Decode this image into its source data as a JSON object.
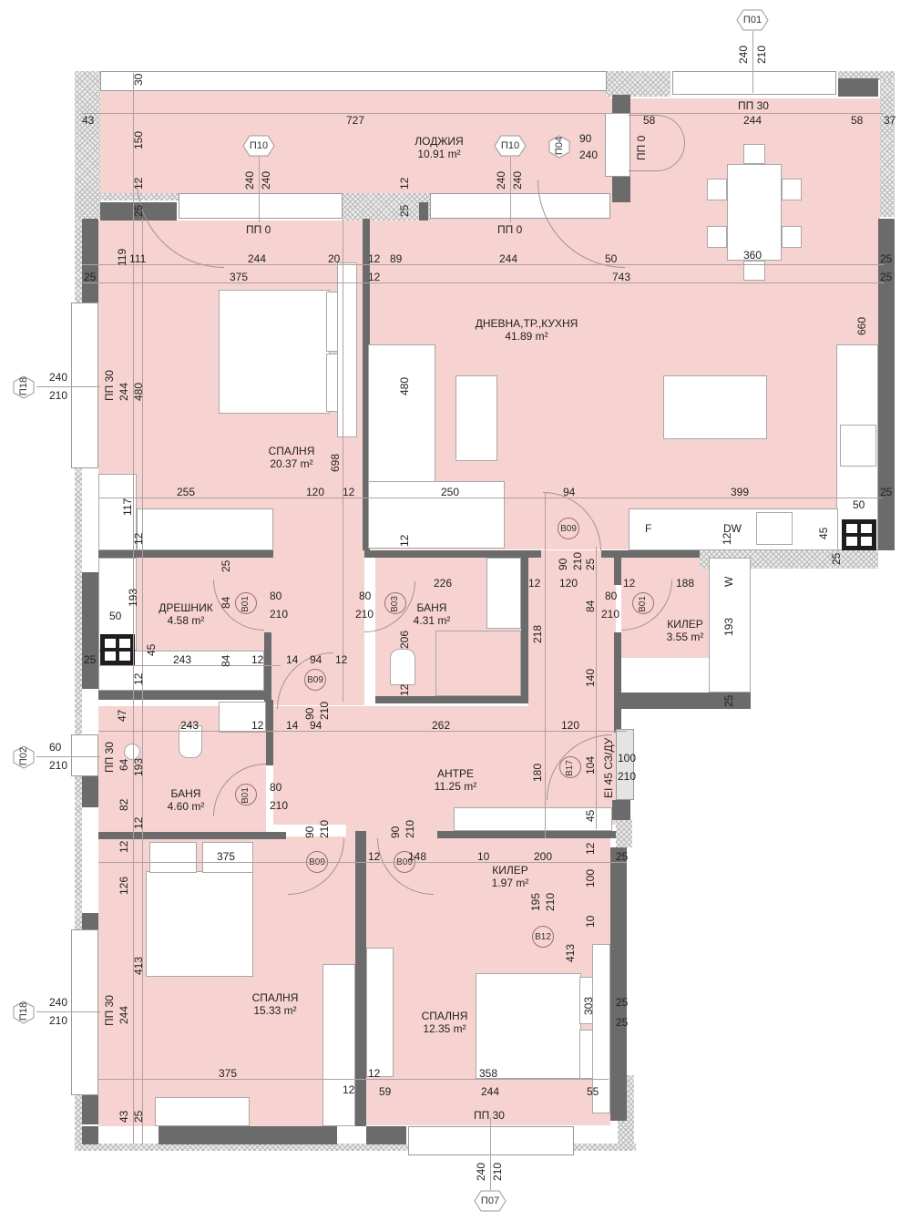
{
  "plan": {
    "title": "Apartment floor plan",
    "colors": {
      "room_fill": "#f6d3d0",
      "wall": "#6b6b6b",
      "insulation_hatch": "#b8b8b8",
      "furniture": "#ffffff"
    },
    "rooms": [
      {
        "id": "loggia",
        "name": "ЛОДЖИЯ",
        "area": "10.91 m²"
      },
      {
        "id": "living",
        "name": "ДНЕВНА,ТР.,КУХНЯ",
        "area": "41.89 m²"
      },
      {
        "id": "bedroom1",
        "name": "СПАЛНЯ",
        "area": "20.37 m²"
      },
      {
        "id": "wardrobe",
        "name": "ДРЕШНИК",
        "area": "4.58 m²"
      },
      {
        "id": "bath1",
        "name": "БАНЯ",
        "area": "4.31 m²"
      },
      {
        "id": "pantry1",
        "name": "КИЛЕР",
        "area": "3.55 m²"
      },
      {
        "id": "bath2",
        "name": "БАНЯ",
        "area": "4.60 m²"
      },
      {
        "id": "hall",
        "name": "АНТРЕ",
        "area": "11.25 m²"
      },
      {
        "id": "pantry2",
        "name": "КИЛЕР",
        "area": "1.97 m²"
      },
      {
        "id": "bedroom2",
        "name": "СПАЛНЯ",
        "area": "15.33 m²"
      },
      {
        "id": "bedroom3",
        "name": "СПАЛНЯ",
        "area": "12.35 m²"
      }
    ],
    "window_tags": [
      {
        "code": "П01",
        "w": "240",
        "h": "210",
        "sill": "ПП 30"
      },
      {
        "code": "П10",
        "w": "240",
        "h": "240",
        "sill": "ПП 0"
      },
      {
        "code": "П10",
        "w": "240",
        "h": "240",
        "sill": "ПП 0"
      },
      {
        "code": "П04",
        "w": "90",
        "h": "240",
        "sill": "ПП 0"
      },
      {
        "code": "П18",
        "w": "240",
        "h": "210",
        "sill": "ПП 30"
      },
      {
        "code": "П02",
        "w": "60",
        "h": "210",
        "sill": "ПП 30"
      },
      {
        "code": "П18",
        "w": "240",
        "h": "210",
        "sill": "ПП 30"
      },
      {
        "code": "П07",
        "w": "240",
        "h": "210",
        "sill": "ПП 30"
      }
    ],
    "door_tags": [
      {
        "code": "B09",
        "w": "90",
        "h": "210"
      },
      {
        "code": "B01",
        "w": "80",
        "h": "210"
      },
      {
        "code": "B03",
        "w": "80",
        "h": "210"
      },
      {
        "code": "B01",
        "w": "80",
        "h": "210"
      },
      {
        "code": "B09",
        "w": "90",
        "h": "210"
      },
      {
        "code": "B01",
        "w": "80",
        "h": "210"
      },
      {
        "code": "B17",
        "w": "100",
        "h": "210",
        "note": "EI 45 СЗ/ДУ"
      },
      {
        "code": "B09",
        "w": "90",
        "h": "210"
      },
      {
        "code": "B09",
        "w": "90",
        "h": "210"
      },
      {
        "code": "B12",
        "w": "195",
        "h": "210"
      }
    ],
    "appliances": {
      "fridge": "F",
      "dishwasher": "DW",
      "washer": "W"
    },
    "dimensions": {
      "top_30": "30",
      "d43": "43",
      "d727": "727",
      "d150": "150",
      "d12a": "12",
      "d25a": "25",
      "d12b": "12",
      "d25b": "25",
      "d119": "119",
      "d111": "111",
      "d244a": "244",
      "d20": "20",
      "d12c": "12",
      "d89": "89",
      "d244b": "244",
      "d50a": "50",
      "d360": "360",
      "d25c": "25",
      "d375a": "375",
      "d12d": "12",
      "d743": "743",
      "d25d": "25",
      "d58a": "58",
      "d244c": "244",
      "d58b": "58",
      "d37": "37",
      "d244d": "244",
      "d480a": "480",
      "d698": "698",
      "d480b": "480",
      "d660": "660",
      "d255": "255",
      "d120a": "120",
      "d12e": "12",
      "d250": "250",
      "d94a": "94",
      "d399": "399",
      "d25e": "25",
      "d50b": "50",
      "d45a": "45",
      "d25f": "25",
      "d12f": "12",
      "d117": "117",
      "d12g": "12",
      "d193a": "193",
      "d50c": "50",
      "d25g": "25",
      "d45b": "45",
      "d243a": "243",
      "d84a": "84",
      "d84b": "84",
      "d25h": "25",
      "d12h": "12",
      "d12i": "12",
      "d14a": "14",
      "d94b": "94",
      "d12j": "12",
      "d226": "226",
      "d206": "206",
      "d12k": "12",
      "d12l": "12",
      "d120b": "120",
      "d25i": "25",
      "d218": "218",
      "d84c": "84",
      "d12m": "12",
      "d188": "188",
      "d193b": "193",
      "d140": "140",
      "d25j": "25",
      "d47": "47",
      "d243b": "243",
      "d12n": "12",
      "d14b": "14",
      "d94c": "94",
      "d262": "262",
      "d120c": "120",
      "d64": "64",
      "d193c": "193",
      "d82": "82",
      "d12o": "12",
      "d180": "180",
      "d104": "104",
      "d45c": "45",
      "d12p": "12",
      "d375b": "375",
      "d12q": "12",
      "d148": "148",
      "d10a": "10",
      "d200": "200",
      "d12r": "12",
      "d25k": "25",
      "d126": "126",
      "d100": "100",
      "d10b": "10",
      "d413a": "413",
      "d413b": "413",
      "d244e": "244",
      "d303": "303",
      "d25l": "25",
      "d25m": "25",
      "d375c": "375",
      "d12s": "12",
      "d12t": "12",
      "d358": "358",
      "d59": "59",
      "d244f": "244",
      "d55": "55",
      "d43b": "43",
      "d25n": "25"
    }
  }
}
